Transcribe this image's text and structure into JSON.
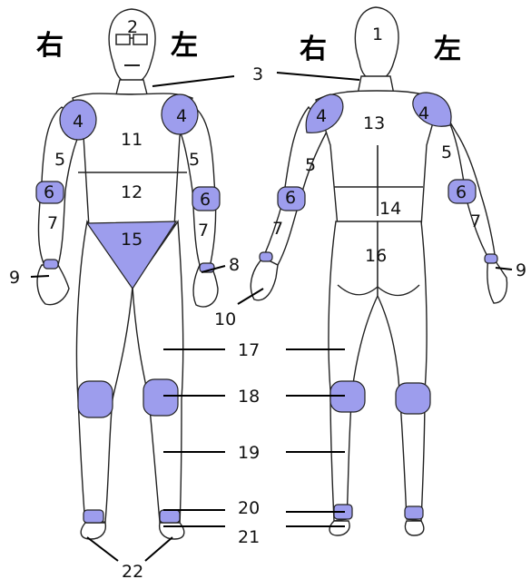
{
  "side_labels": {
    "right": "右",
    "left": "左"
  },
  "highlight_color": "#9d9ded",
  "regions": {
    "r1": "1",
    "r2": "2",
    "r3": "3",
    "r4": "4",
    "r5": "5",
    "r6": "6",
    "r7": "7",
    "r8": "8",
    "r9": "9",
    "r10": "10",
    "r11": "11",
    "r12": "12",
    "r13": "13",
    "r14": "14",
    "r15": "15",
    "r16": "16",
    "r17": "17",
    "r18": "18",
    "r19": "19",
    "r20": "20",
    "r21": "21",
    "r22": "22"
  }
}
